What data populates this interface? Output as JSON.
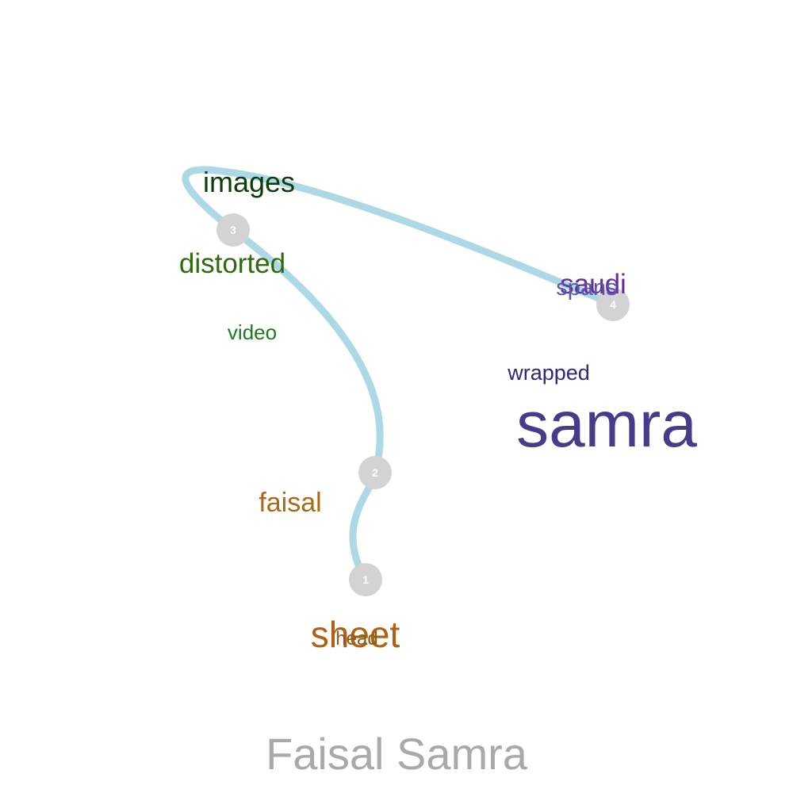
{
  "title": "Faisal Samra",
  "colors": {
    "path": "#add8e6",
    "node": "#d3d3d3",
    "node_label": "#ffffff",
    "title": "#a9a9a9"
  },
  "nodes": [
    {
      "label": "1"
    },
    {
      "label": "2"
    },
    {
      "label": "3"
    },
    {
      "label": "4"
    }
  ],
  "words": [
    {
      "text": "images",
      "color": "#0b3d0b"
    },
    {
      "text": "distorted",
      "color": "#2e6b0f"
    },
    {
      "text": "video",
      "color": "#1f7a1f"
    },
    {
      "text": "faisal",
      "color": "#a86a14"
    },
    {
      "text": "sheet",
      "color": "#b0600f"
    },
    {
      "text": "head",
      "color": "#8a5a1a"
    },
    {
      "text": "saudi",
      "color": "#6a2e9a"
    },
    {
      "text": "spans",
      "color": "#5a56b5"
    },
    {
      "text": "wrapped",
      "color": "#2e2a7a"
    },
    {
      "text": "samra",
      "color": "#473b8a"
    }
  ]
}
